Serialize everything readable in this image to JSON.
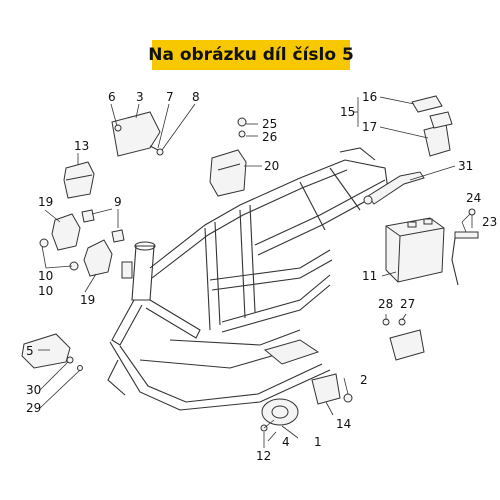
{
  "banner": {
    "text": "Na obrázku díl číslo 5",
    "color": "#f7c800"
  },
  "callouts": {
    "c1": "1",
    "c2": "2",
    "c3": "3",
    "c4": "4",
    "c5": "5",
    "c6": "6",
    "c7": "7",
    "c8": "8",
    "c9": "9",
    "c10a": "10",
    "c10b": "10",
    "c11": "11",
    "c12": "12",
    "c13": "13",
    "c14": "14",
    "c15": "15",
    "c16": "16",
    "c17": "17",
    "c19a": "19",
    "c19b": "19",
    "c20": "20",
    "c23": "23",
    "c24": "24",
    "c25": "25",
    "c26": "26",
    "c27": "27",
    "c28": "28",
    "c29": "29",
    "c30": "30",
    "c31": "31"
  }
}
